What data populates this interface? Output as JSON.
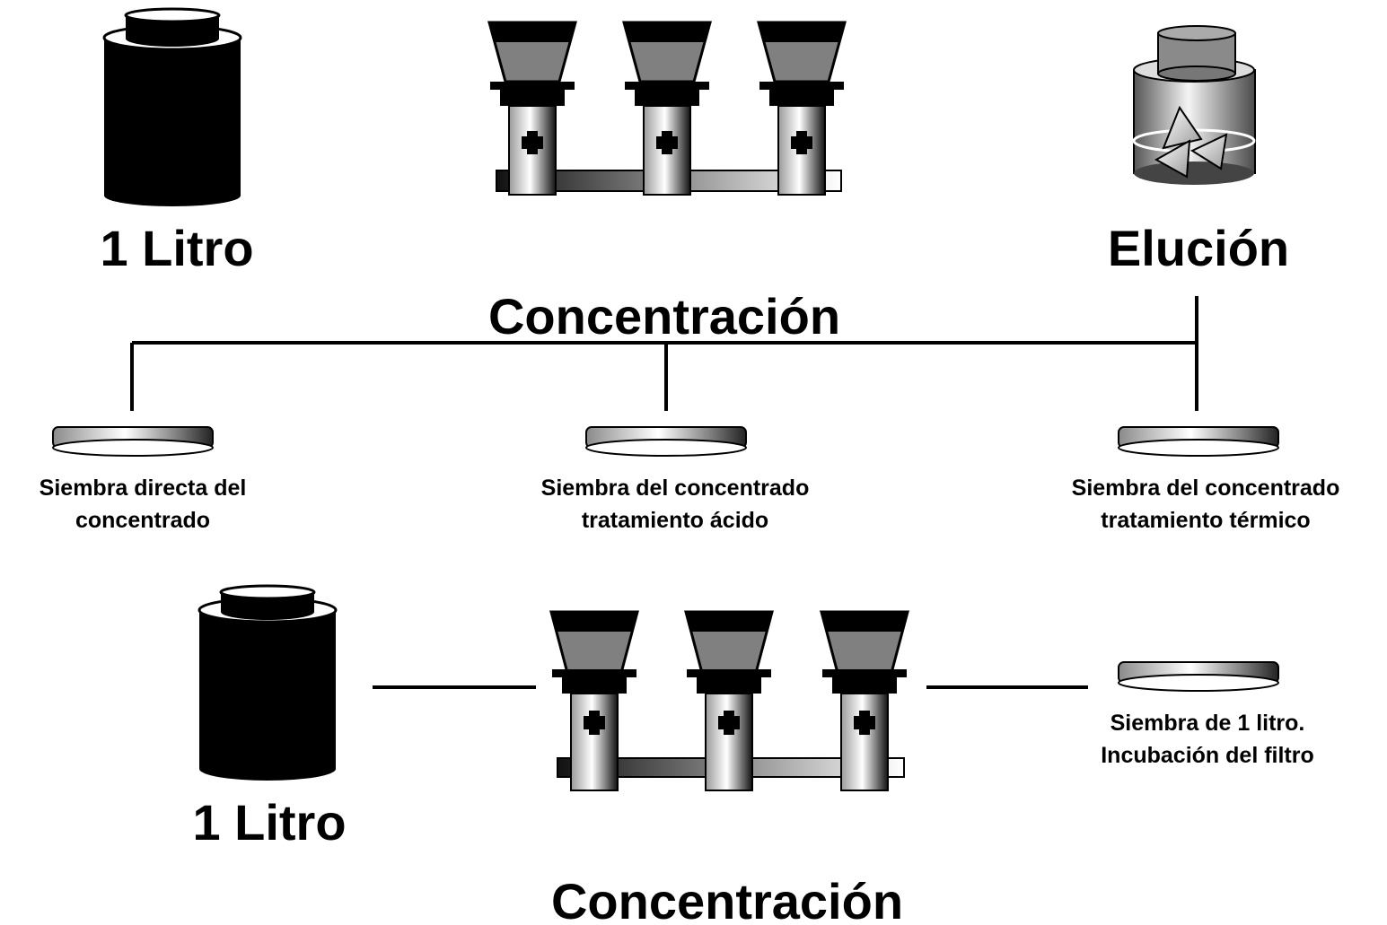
{
  "top": {
    "bottle_label": "1 Litro",
    "concentration_label": "Concentración",
    "elution_label": "Elución",
    "plates": [
      {
        "label": "Siembra directa del\nconcentrado"
      },
      {
        "label": "Siembra del concentrado\ntratamiento ácido"
      },
      {
        "label": "Siembra del concentrado\ntratamiento térmico"
      }
    ]
  },
  "bottom": {
    "bottle_label": "1 Litro",
    "concentration_label": "Concentración",
    "plate_label": "Siembra de 1 litro.\nIncubación del filtro"
  },
  "colors": {
    "ink": "#000000",
    "funnel_fill": "#808080",
    "background": "#ffffff"
  }
}
